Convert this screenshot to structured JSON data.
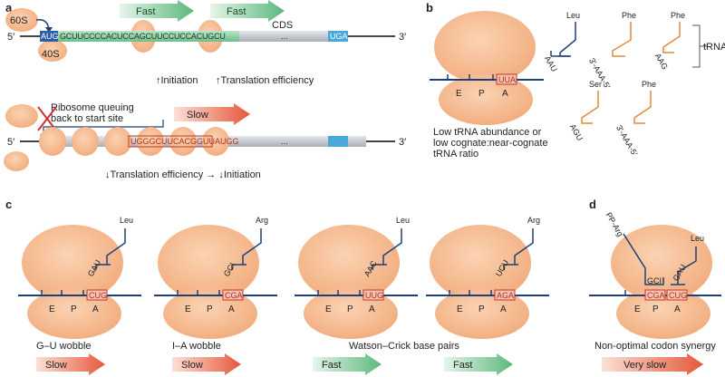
{
  "panels": {
    "a": "a",
    "b": "b",
    "c": "c",
    "d": "d"
  },
  "panel_a": {
    "subunit_large": "60S",
    "subunit_small": "40S",
    "arrow_fast_1": "Fast",
    "arrow_fast_2": "Fast",
    "cds": "CDS",
    "five_prime": "5′",
    "three_prime": "3′",
    "start_codon": "AUG",
    "seq_top": "GCUUCCCCACUCCAGCUUCCUCCACUGCU",
    "stop_codon": "UGA",
    "ellipsis": "...",
    "initiation": "↑Initiation",
    "translation_eff": "↑Translation efficiency",
    "queue_line1": "Ribosome queuing",
    "queue_line2": "back to start site",
    "arrow_slow": "Slow",
    "seq_bottom": "UGGGCUUCACGGUUAUGG",
    "five_prime_2": "5′",
    "three_prime_2": "3′",
    "ellipsis_2": "...",
    "bottom_caption": "↓Translation efficiency → ↓Initiation"
  },
  "panel_b": {
    "codon": "UUA",
    "sites": [
      "E",
      "P",
      "A"
    ],
    "caption_1": "Low tRNA abundance or",
    "caption_2": "low cognate:near-cognate",
    "caption_3": "tRNA ratio",
    "trnas": [
      {
        "aa": "Leu",
        "anticodon": "AAU"
      },
      {
        "aa": "Phe",
        "anticodon": "3′-AAA-5′"
      },
      {
        "aa": "Phe",
        "anticodon": "AAG"
      },
      {
        "aa": "Ser",
        "anticodon": "AGU"
      },
      {
        "aa": "Phe",
        "anticodon": "3′-AAA-5′"
      }
    ],
    "trna_label": "tRNA"
  },
  "panel_c": {
    "ribosomes": [
      {
        "aa": "Leu",
        "anticodon": "GAU",
        "codon": "CUG",
        "caption": "G–U wobble",
        "speed": "Slow"
      },
      {
        "aa": "Arg",
        "anticodon": "GCI",
        "codon": "CGA",
        "caption": "I–A wobble",
        "speed": "Slow"
      },
      {
        "aa": "Leu",
        "anticodon": "AAC",
        "codon": "UUG",
        "caption": "Watson–Crick base pairs",
        "speed": "Fast"
      },
      {
        "aa": "Arg",
        "anticodon": "UCU",
        "codon": "AGA",
        "caption": "",
        "speed": "Fast"
      }
    ],
    "sites": [
      "E",
      "P",
      "A"
    ]
  },
  "panel_d": {
    "pp_label": "PP-Arg",
    "leu": "Leu",
    "anticodon_p": "GCI",
    "anticodon_a": "GAU",
    "codon_p": "CGA",
    "codon_a": "CUG",
    "sites": [
      "E",
      "P",
      "A"
    ],
    "caption": "Non-optimal codon synergy",
    "speed": "Very slow"
  },
  "colors": {
    "ribosome": "#f6b98a",
    "ribosome_edge": "#e8a070",
    "mrna": "#1f3f78",
    "trna": "#1f3f78",
    "trna_b": "#e08a3a",
    "fast": "#6cc08a",
    "slow": "#e8664a",
    "cds": "#c8ccd2",
    "utr_green": "#7ec79a",
    "stop_blue": "#4aa8d8"
  }
}
